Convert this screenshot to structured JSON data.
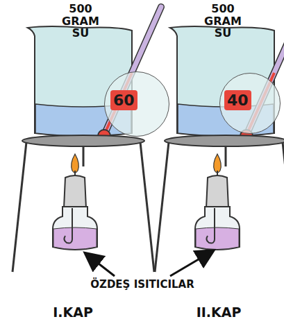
{
  "diagram": {
    "nodes": [
      {
        "text": [
          "60"
        ]
      },
      {
        "text": [
          "40"
        ]
      }
    ],
    "labels": [
      "500 GRAM SU",
      "500 GRAM SU",
      "ÖZDEŞ ISITICILAR",
      "I.KAP",
      "II.KAP"
    ]
  }
}
